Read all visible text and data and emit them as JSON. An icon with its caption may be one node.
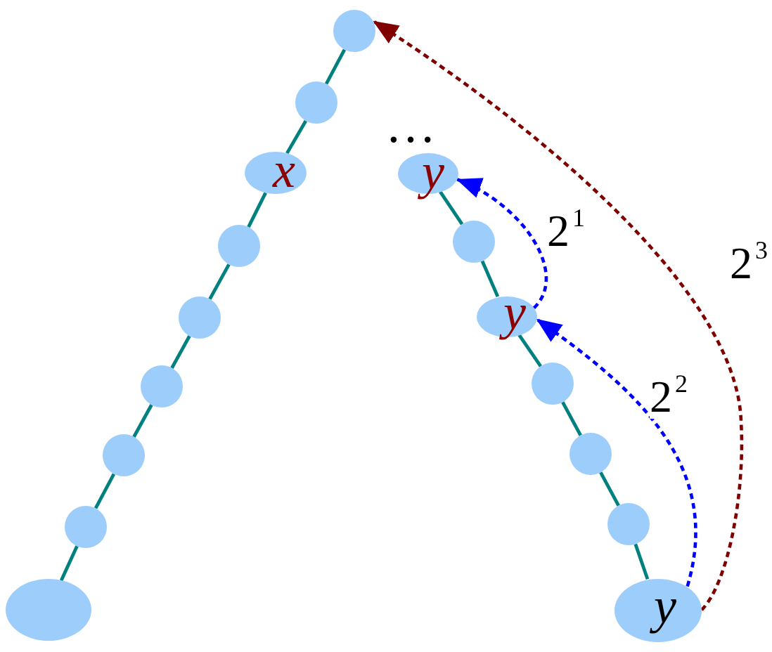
{
  "diagram": {
    "nodes": [
      {
        "text": [],
        "shape": "circle"
      },
      {
        "text": [],
        "shape": "circle"
      },
      {
        "text": [
          "x"
        ]
      },
      {
        "text": [],
        "shape": "circle"
      },
      {
        "text": [],
        "shape": "circle"
      },
      {
        "text": [],
        "shape": "circle"
      },
      {
        "text": [],
        "shape": "circle"
      },
      {
        "text": [],
        "shape": "circle"
      },
      {
        "text": [],
        "shape": "ellipse"
      },
      {
        "text": [
          "y"
        ]
      },
      {
        "text": [],
        "shape": "circle"
      },
      {
        "text": [
          "y"
        ]
      },
      {
        "text": [],
        "shape": "circle"
      },
      {
        "text": [],
        "shape": "circle"
      },
      {
        "text": [],
        "shape": "circle"
      },
      {
        "text": [
          "y"
        ]
      }
    ],
    "edges": [
      {
        "from": 0,
        "to": 1,
        "arrow": "none"
      },
      {
        "from": 1,
        "to": 2,
        "arrow": "none"
      },
      {
        "from": 2,
        "to": 3,
        "arrow": "none"
      },
      {
        "from": 3,
        "to": 4,
        "arrow": "none"
      },
      {
        "from": 4,
        "to": 5,
        "arrow": "none"
      },
      {
        "from": 5,
        "to": 6,
        "arrow": "none"
      },
      {
        "from": 6,
        "to": 7,
        "arrow": "none"
      },
      {
        "from": 7,
        "to": 8,
        "arrow": "none"
      },
      {
        "from": 9,
        "to": 10,
        "arrow": "none"
      },
      {
        "from": 10,
        "to": 11,
        "arrow": "none"
      },
      {
        "from": 11,
        "to": 12,
        "arrow": "none"
      },
      {
        "from": 12,
        "to": 13,
        "arrow": "none"
      },
      {
        "from": 13,
        "to": 14,
        "arrow": "none"
      },
      {
        "from": 14,
        "to": 15,
        "arrow": "none"
      },
      {
        "from": 11,
        "to": 9,
        "arrow": "to",
        "label": "2$^{1}$",
        "style": "dashed",
        "color": "#0000ff"
      },
      {
        "from": 15,
        "to": 11,
        "arrow": "to",
        "label": "2$^{2}$",
        "style": "dashed",
        "color": "#0000ff"
      },
      {
        "from": 15,
        "to": 0,
        "arrow": "to",
        "label": "2$^{3}$",
        "style": "dashed",
        "color": "#800000"
      }
    ],
    "labels": [
      "…"
    ]
  }
}
